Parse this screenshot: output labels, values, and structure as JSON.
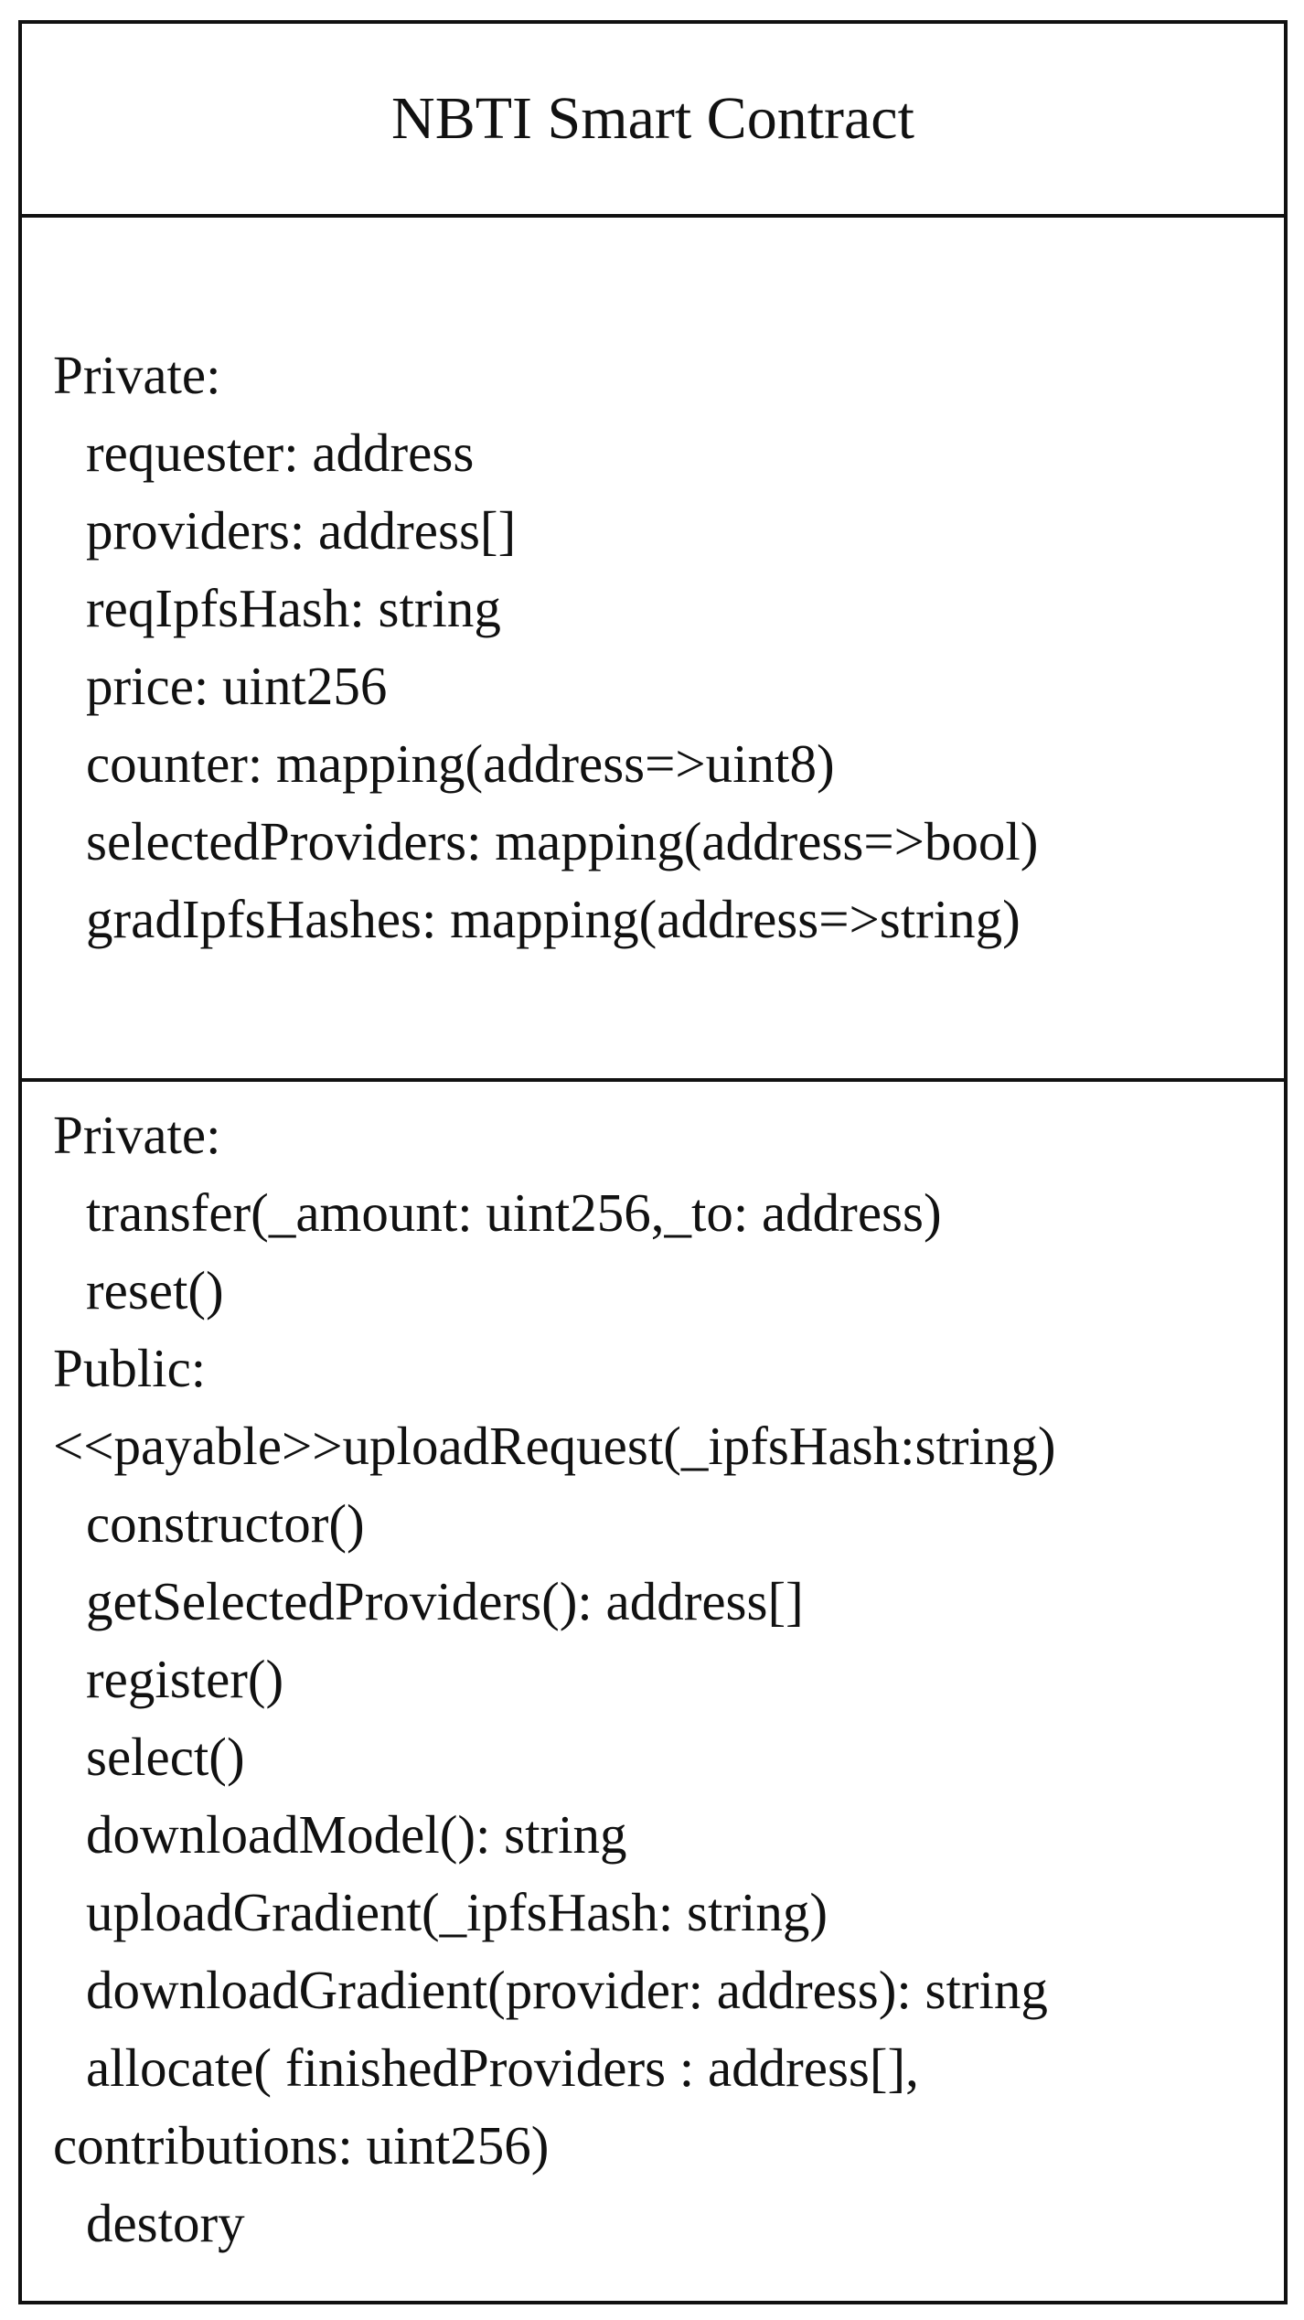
{
  "class": {
    "name": "NBTI Smart Contract",
    "attributes": {
      "lines": [
        {
          "text": "Private:",
          "kind": "visibility"
        },
        {
          "text": "requester: address",
          "kind": "member"
        },
        {
          "text": "providers: address[]",
          "kind": "member"
        },
        {
          "text": "reqIpfsHash: string",
          "kind": "member"
        },
        {
          "text": "price: uint256",
          "kind": "member"
        },
        {
          "text": "counter: mapping(address=>uint8)",
          "kind": "member"
        },
        {
          "text": "selectedProviders: mapping(address=>bool)",
          "kind": "member"
        },
        {
          "text": "gradIpfsHashes: mapping(address=>string)",
          "kind": "member"
        }
      ]
    },
    "operations": {
      "lines": [
        {
          "text": "Private:",
          "kind": "visibility"
        },
        {
          "text": "transfer(_amount: uint256,_to: address)",
          "kind": "member"
        },
        {
          "text": "reset()",
          "kind": "member"
        },
        {
          "text": "Public:",
          "kind": "visibility"
        },
        {
          "text": "<<payable>>uploadRequest(_ipfsHash:string)",
          "kind": "visibility"
        },
        {
          "text": "constructor()",
          "kind": "member"
        },
        {
          "text": "getSelectedProviders(): address[]",
          "kind": "member"
        },
        {
          "text": "register()",
          "kind": "member"
        },
        {
          "text": "select()",
          "kind": "member"
        },
        {
          "text": "downloadModel(): string",
          "kind": "member"
        },
        {
          "text": "uploadGradient(_ipfsHash: string)",
          "kind": "member"
        },
        {
          "text": "downloadGradient(provider: address): string",
          "kind": "member"
        },
        {
          "text": "allocate( finishedProviders : address[],",
          "kind": "member"
        },
        {
          "text": "contributions: uint256)",
          "kind": "visibility"
        },
        {
          "text": "destory",
          "kind": "member"
        }
      ]
    }
  }
}
